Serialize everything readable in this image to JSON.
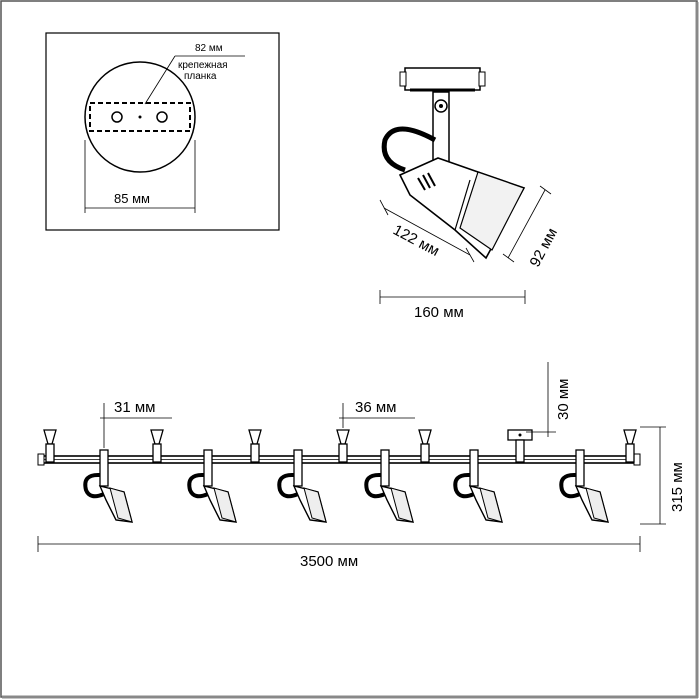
{
  "mount_plate": {
    "width_label": "85 мм",
    "bar_label": "82 мм",
    "bar_caption_line1": "крепежная",
    "bar_caption_line2": "планка"
  },
  "spot_lamp": {
    "shade_length_label": "122 мм",
    "shade_height_label": "92 мм",
    "depth_label": "160 мм"
  },
  "track": {
    "spacing_a_label": "31 мм",
    "spacing_b_label": "36 мм",
    "mount_height_label": "30 мм",
    "total_height_label": "315 мм",
    "total_length_label": "3500 мм"
  }
}
